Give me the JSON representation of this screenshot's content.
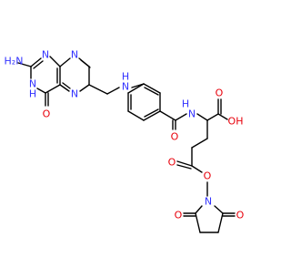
{
  "colors": {
    "carbon": "#000000",
    "nitrogen": "#3232ff",
    "oxygen": "#e8000b",
    "background": "#ffffff"
  },
  "atoms": [
    {
      "id": "nh2",
      "label": "H₂N",
      "element": "N"
    },
    {
      "id": "n3",
      "label": "N",
      "element": "N"
    },
    {
      "id": "n3h",
      "label": "H",
      "element": "N"
    },
    {
      "id": "n1",
      "label": "N",
      "element": "N"
    },
    {
      "id": "n8",
      "label": "N",
      "element": "N"
    },
    {
      "id": "n5",
      "label": "N",
      "element": "N"
    },
    {
      "id": "o4",
      "label": "O",
      "element": "O"
    },
    {
      "id": "nh_link",
      "label": "N",
      "element": "N"
    },
    {
      "id": "nh_link_h",
      "label": "H",
      "element": "N"
    },
    {
      "id": "nh_amide",
      "label": "N",
      "element": "N"
    },
    {
      "id": "nh_amide_h",
      "label": "H",
      "element": "N"
    },
    {
      "id": "o_amide",
      "label": "O",
      "element": "O"
    },
    {
      "id": "o_acid_dbl",
      "label": "O",
      "element": "O"
    },
    {
      "id": "oh_acid",
      "label": "OH",
      "element": "O"
    },
    {
      "id": "o_ester_dbl",
      "label": "O",
      "element": "O"
    },
    {
      "id": "o_ester",
      "label": "O",
      "element": "O"
    },
    {
      "id": "n_su",
      "label": "N",
      "element": "N"
    },
    {
      "id": "o_su_left",
      "label": "O",
      "element": "O"
    },
    {
      "id": "o_su_right",
      "label": "O",
      "element": "O"
    }
  ]
}
